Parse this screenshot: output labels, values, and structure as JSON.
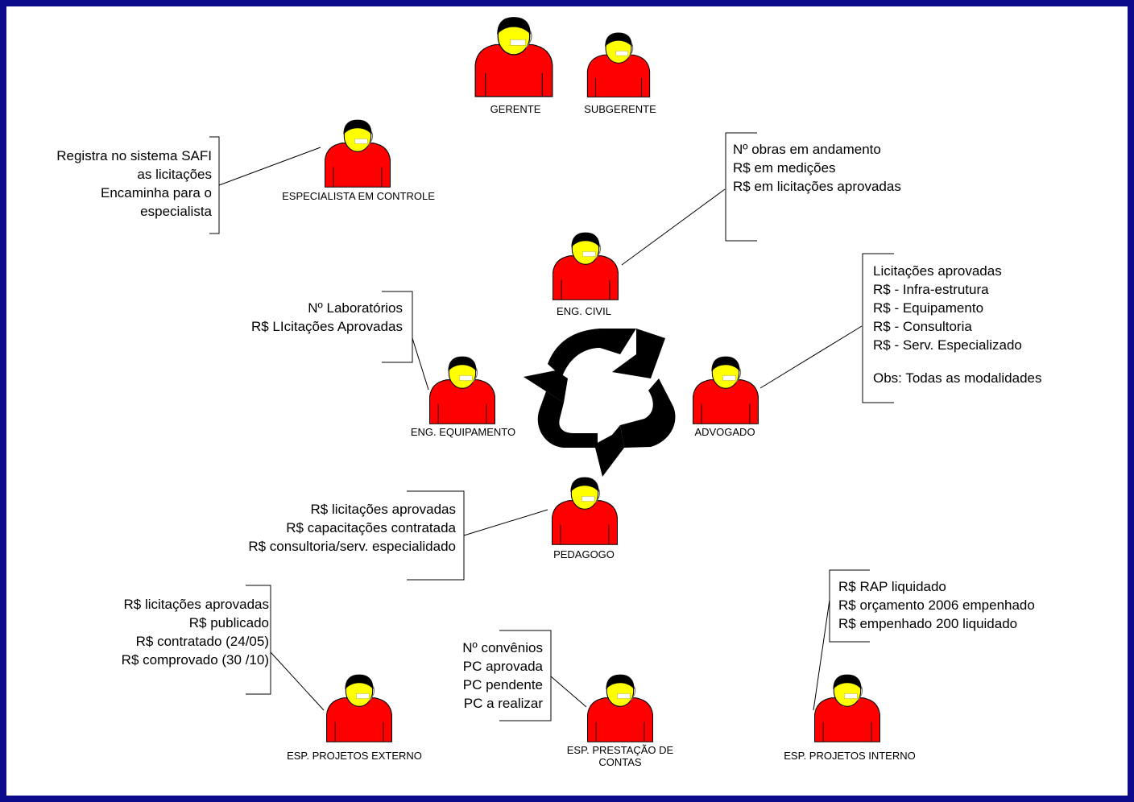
{
  "roles": {
    "gerente": "GERENTE",
    "subgerente": "SUBGERENTE",
    "especialista_controle": "ESPECIALISTA EM CONTROLE",
    "eng_civil": "ENG. CIVIL",
    "eng_equipamento": "ENG. EQUIPAMENTO",
    "advogado": "ADVOGADO",
    "pedagogo": "PEDAGOGO",
    "esp_projetos_externo": "ESP. PROJETOS EXTERNO",
    "esp_prestacao_contas_line1": "ESP. PRESTAÇÃO DE",
    "esp_prestacao_contas_line2": "CONTAS",
    "esp_projetos_interno": "ESP. PROJETOS INTERNO"
  },
  "notes": {
    "especialista_controle": [
      "Registra no sistema SAFI",
      "as licitações",
      "Encaminha para o",
      "especialista"
    ],
    "eng_civil": [
      "Nº obras em andamento",
      "R$ em medições",
      "R$ em licitações aprovadas"
    ],
    "advogado": [
      "Licitações aprovadas",
      "R$ - Infra-estrutura",
      "R$ - Equipamento",
      "R$ - Consultoria",
      "R$ - Serv. Especializado",
      "",
      "Obs: Todas  as modalidades"
    ],
    "eng_equipamento": [
      "Nº Laboratórios",
      "R$ LIcitações Aprovadas"
    ],
    "pedagogo": [
      "R$ licitações aprovadas",
      "R$ capacitações contratada",
      "R$ consultoria/serv. especialidado"
    ],
    "esp_projetos_externo": [
      "R$ licitações aprovadas",
      "R$ publicado",
      "R$ contratado    (24/05)",
      "R$ comprovado  (30 /10)"
    ],
    "esp_prestacao_contas": [
      "Nº convênios",
      "PC aprovada",
      "PC pendente",
      "PC a realizar"
    ],
    "esp_projetos_interno": [
      "R$ RAP liquidado",
      "R$ orçamento 2006 empenhado",
      "R$ empenhado 200 liquidado"
    ]
  },
  "colors": {
    "border": "#0a0a8a",
    "shirt": "#ff0000",
    "face": "#ffff00",
    "hair": "#000000"
  },
  "icons": {
    "person": "person-icon",
    "recycle": "recycle-icon"
  }
}
